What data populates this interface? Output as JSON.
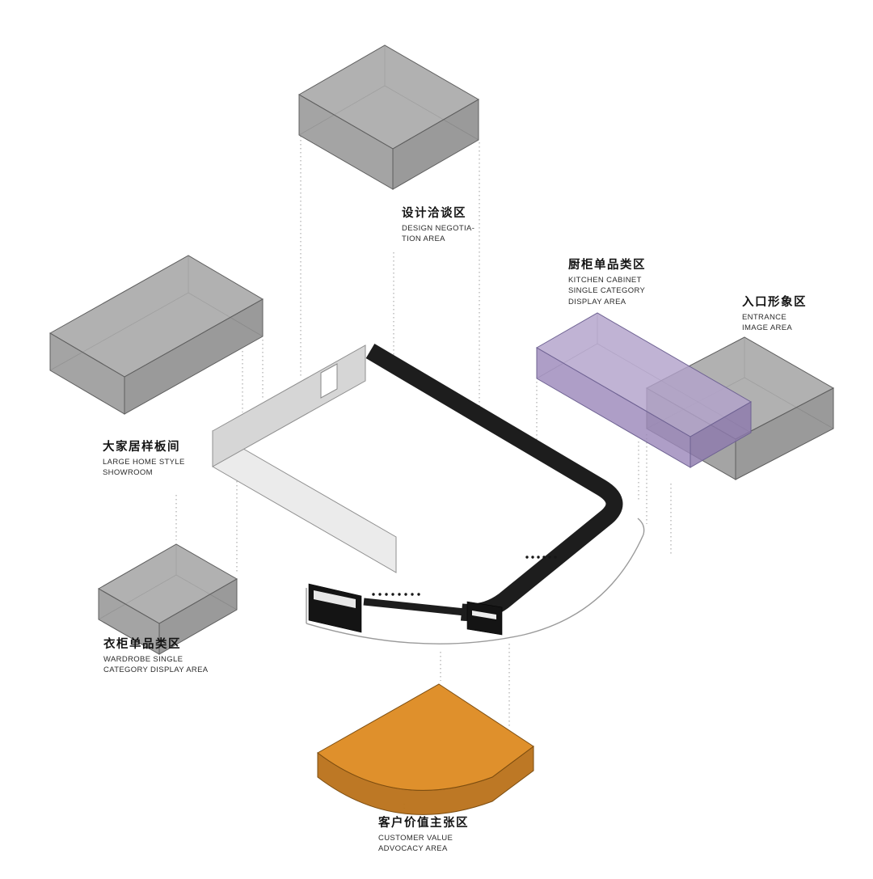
{
  "diagram": {
    "type": "isometric-zoning-diagram",
    "labels": {
      "design": {
        "zh": "设计洽谈区",
        "en": [
          "DESIGN NEGOTIA-",
          "TION AREA"
        ]
      },
      "kitchen": {
        "zh": "厨柜单品类区",
        "en": [
          "KITCHEN CABINET",
          "SINGLE CATEGORY",
          "DISPLAY AREA"
        ]
      },
      "entrance": {
        "zh": "入口形象区",
        "en": [
          "ENTRANCE",
          "IMAGE AREA"
        ]
      },
      "showroom": {
        "zh": "大家居样板间",
        "en": [
          "LARGE HOME STYLE",
          "SHOWROOM"
        ]
      },
      "wardrobe": {
        "zh": "衣柜单品类区",
        "en": [
          "WARDROBE SINGLE",
          "CATEGORY DISPLAY AREA"
        ]
      },
      "customer": {
        "zh": "客户价值主张区",
        "en": [
          "CUSTOMER VALUE",
          "ADVOCACY AREA"
        ]
      }
    },
    "colors": {
      "gray_top": "#9b9b9b",
      "gray_left": "#8b8b8b",
      "gray_right": "#7e7e7e",
      "purple_top": "#b2a2cb",
      "purple_left": "#9c89bb",
      "purple_right": "#8d7aad",
      "orange_top": "#dd8a21",
      "orange_side": "#b97119",
      "wall_dark": "#1d1d1d",
      "wall_light": "#d6d6d6",
      "wall_lighter": "#ebebeb",
      "leader": "#9b9b9b"
    }
  }
}
